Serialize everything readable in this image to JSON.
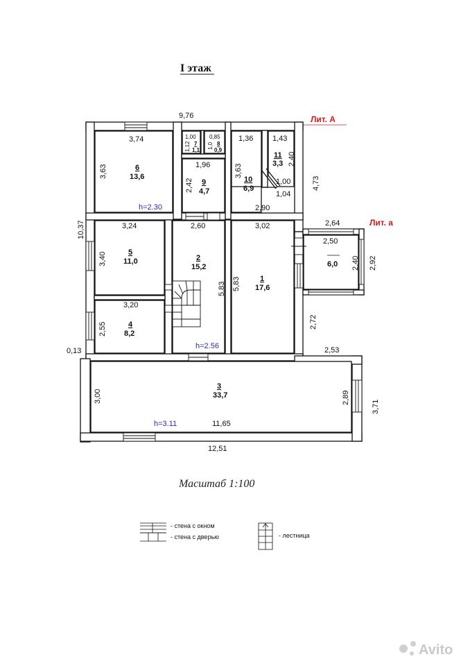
{
  "title": "I этаж",
  "lit_a": "Лит. А",
  "lit_a_small": "Лит. а",
  "scale": "Масштаб 1:100",
  "watermark": "Avito",
  "overall": {
    "top": "9,76",
    "left": "10,37",
    "right_mid": "4,73",
    "bottom": "12,51",
    "step": "0,13",
    "right_low": "2,53",
    "right_low_v": "3,71",
    "right_mid_v": "2,72"
  },
  "rooms": {
    "r6": {
      "num": "6",
      "area": "13,6",
      "w": "3,74",
      "d": "3,63",
      "h": "h=2.30"
    },
    "r7": {
      "num": "7",
      "area": "1,1",
      "w": "1,00",
      "d": "1,12"
    },
    "r8": {
      "num": "8",
      "area": "0,9",
      "w": "0,85",
      "d": "1,0"
    },
    "r9": {
      "num": "9",
      "area": "4,7",
      "w": "1,96",
      "d": "2,42"
    },
    "r10": {
      "num": "10",
      "area": "6,9",
      "w": "1,36",
      "d": "3,63",
      "w2": "2,90"
    },
    "r11": {
      "num": "11",
      "area": "3,3",
      "w": "1,43",
      "d": "2,40",
      "w2": "1,00",
      "w3": "1,04"
    },
    "r5": {
      "num": "5",
      "area": "11,0",
      "w": "3,24",
      "d": "3,40"
    },
    "r4": {
      "num": "4",
      "area": "8,2",
      "w": "3,20",
      "d": "2,55"
    },
    "r2": {
      "num": "2",
      "area": "15,2",
      "w": "2,60",
      "d": "5,83",
      "h": "h=2.56"
    },
    "r1": {
      "num": "1",
      "area": "17,6",
      "w": "3,02",
      "d": "5,83"
    },
    "veranda": {
      "area": "6,0",
      "w_outer": "2,64",
      "w": "2,50",
      "d": "2,40",
      "d_outer": "2,92"
    },
    "r3": {
      "num": "3",
      "area": "33,7",
      "w": "11,65",
      "d": "3,00",
      "d2": "2,89",
      "h": "h=3.11"
    }
  },
  "legend": {
    "window": "- стена с окном",
    "door": "- стена с дверью",
    "stairs": "- лестница"
  }
}
